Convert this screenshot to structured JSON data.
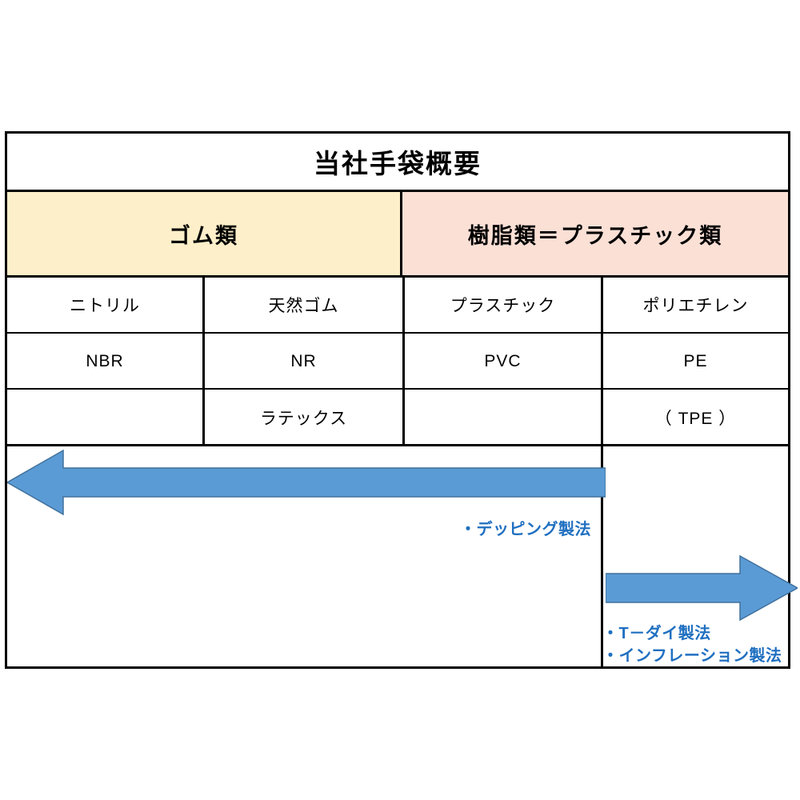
{
  "title": "当社手袋概要",
  "categories": [
    {
      "label": "ゴム類",
      "color": "#FDEFC9"
    },
    {
      "label": "樹脂類＝プラスチック類",
      "color": "#FBE0D6"
    }
  ],
  "table": {
    "columns": [
      "ニトリル",
      "天然ゴム",
      "プラスチック",
      "ポリエチレン"
    ],
    "rows": [
      [
        "ニトリル",
        "天然ゴム",
        "プラスチック",
        "ポリエチレン"
      ],
      [
        "NBR",
        "NR",
        "PVC",
        "PE"
      ],
      [
        "",
        "ラテックス",
        "",
        "（ TPE ）"
      ]
    ]
  },
  "annotations": {
    "dipping": "・デッピング製法",
    "t_die": "・T－ダイ製法",
    "inflation": "・インフレーション製法"
  },
  "colors": {
    "arrow": "#5B9BD5",
    "arrow_stroke": "#41719C",
    "annotation_text": "#1F6FC0",
    "border": "#000000",
    "rubber_band": "#FDEFC9",
    "resin_band": "#FBE0D6"
  },
  "arrows": {
    "left": {
      "direction": "left",
      "label": "dipping-process-arrow"
    },
    "right": {
      "direction": "right",
      "label": "extrusion-process-arrow"
    }
  }
}
